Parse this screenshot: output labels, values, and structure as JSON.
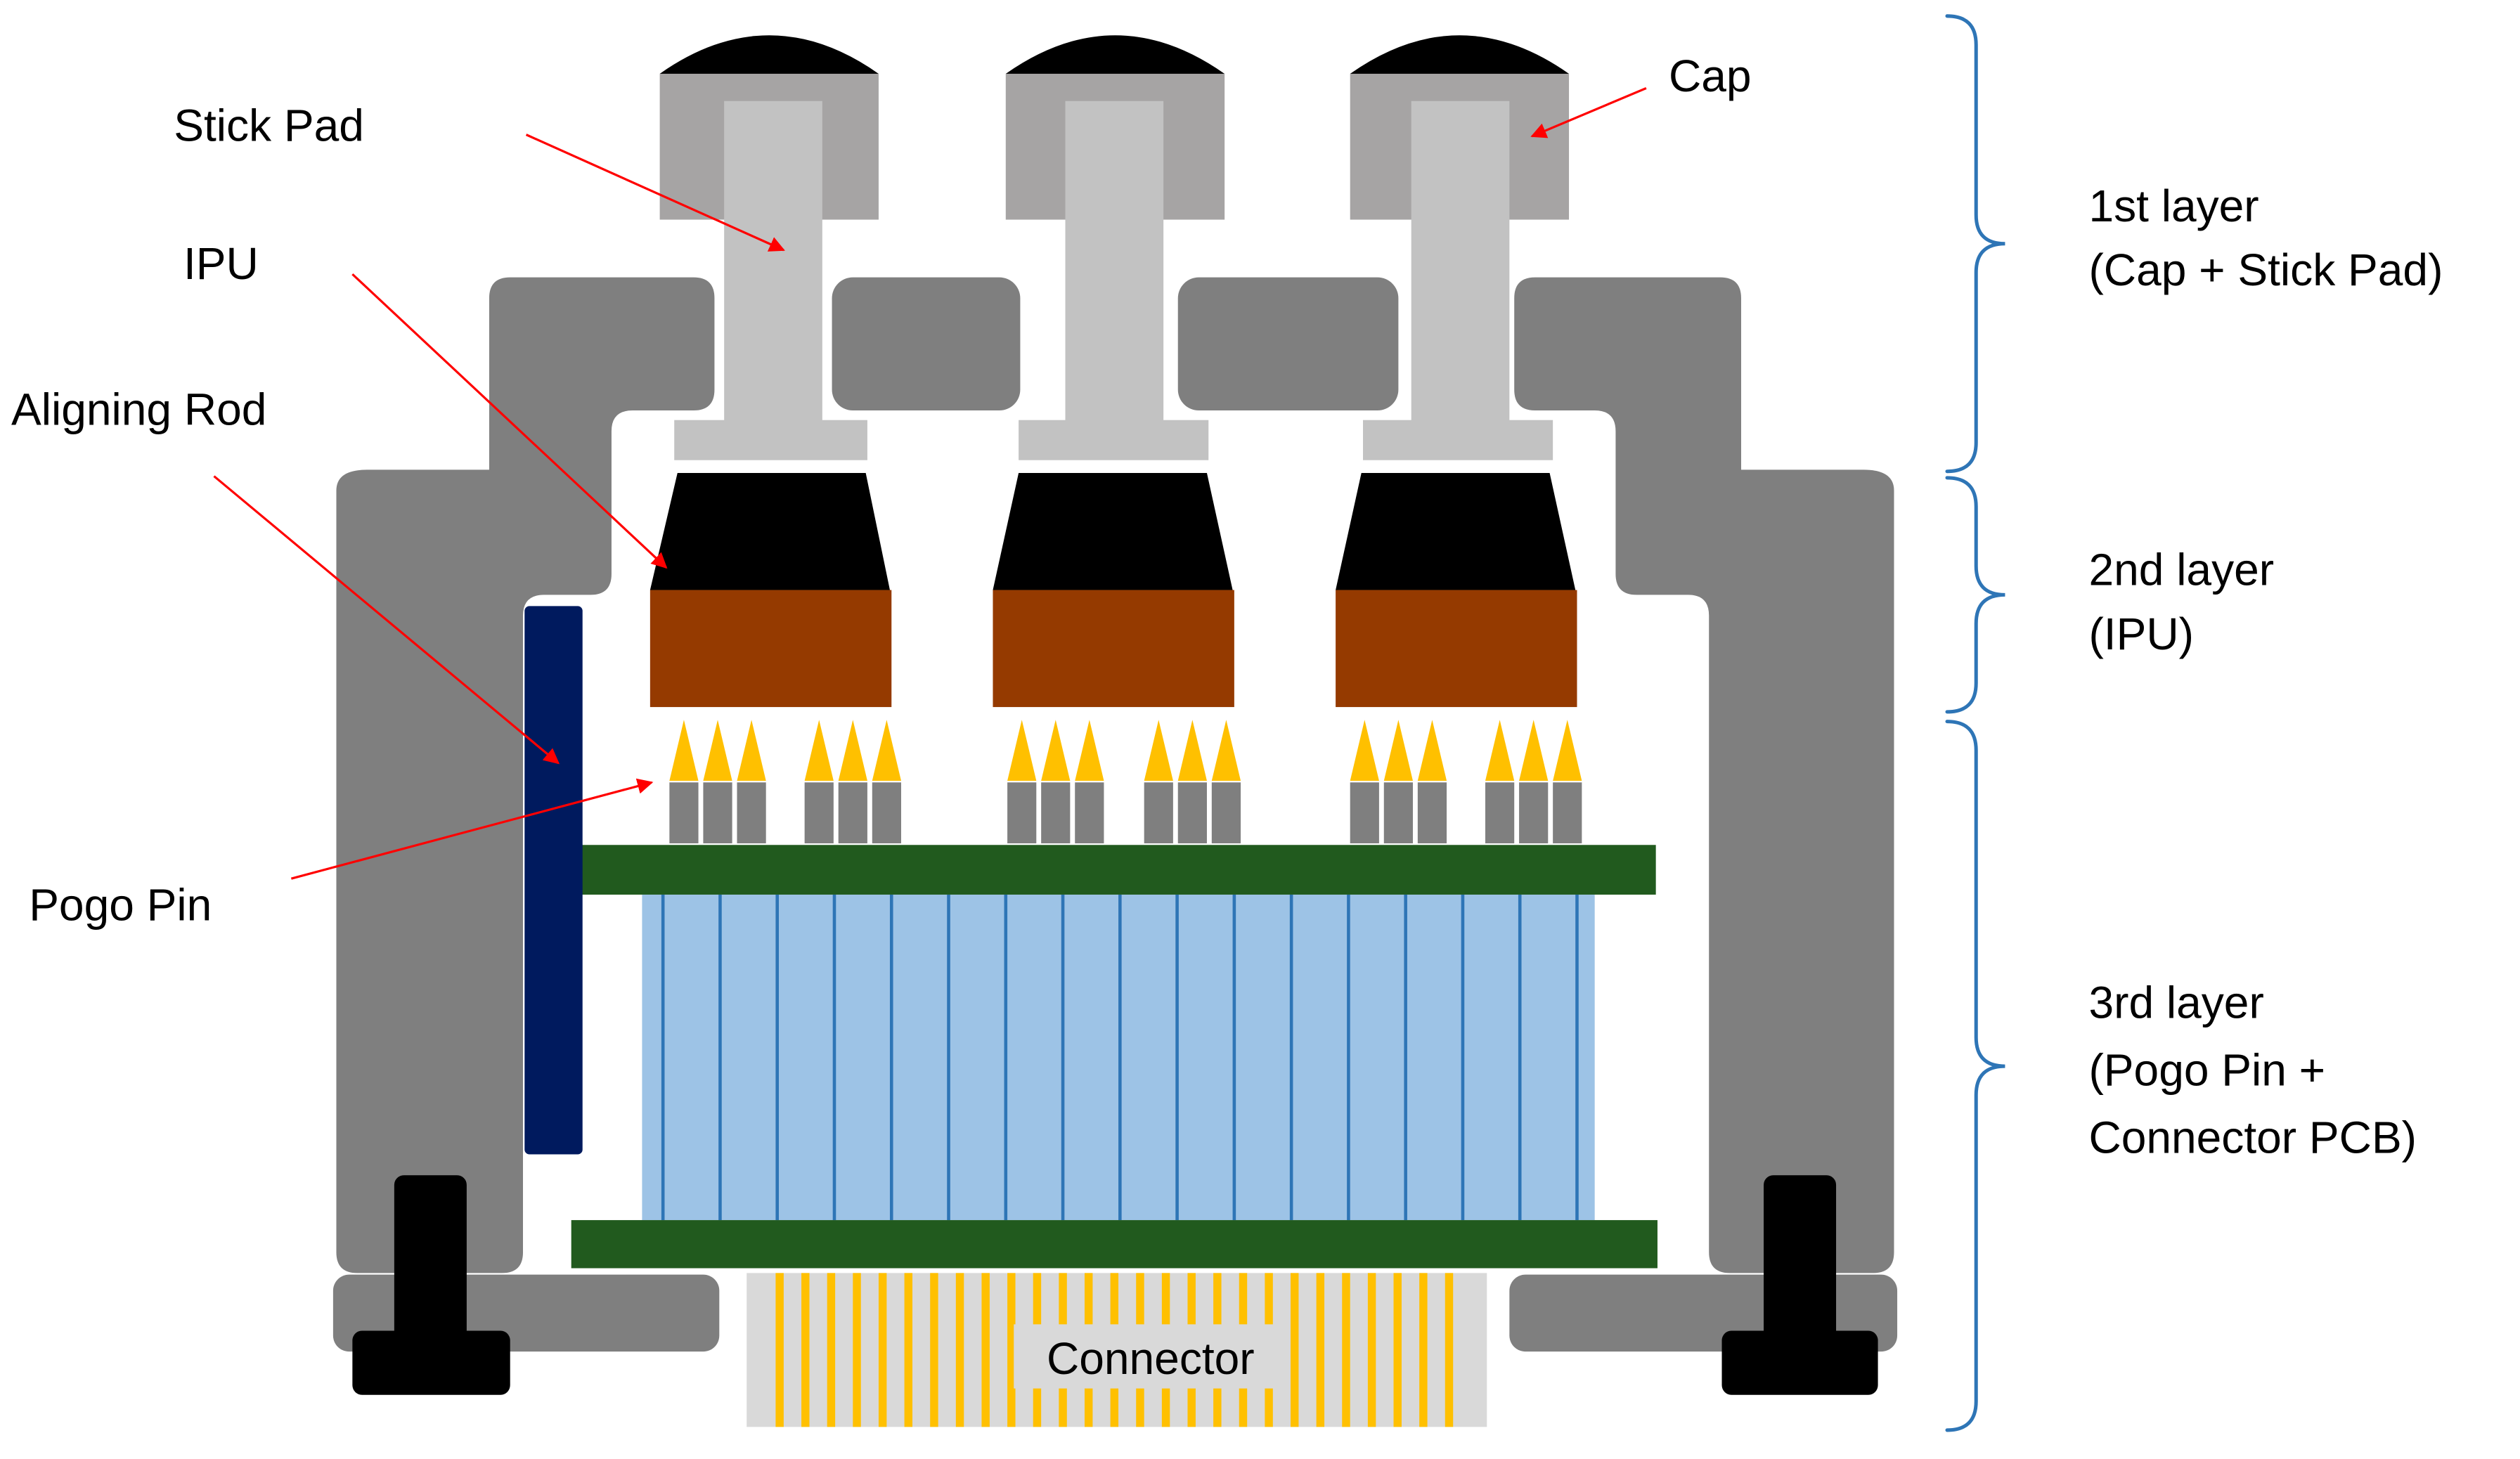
{
  "colors": {
    "housing": "#7f7f7f",
    "cap": "#a6a4a4",
    "cap_top": "#000000",
    "stick_pad": "#c2c2c2",
    "ipu_top": "#000000",
    "ipu_base": "#953a00",
    "pin_tip": "#ffc000",
    "pin_body": "#7f7f7f",
    "pcb": "#215a1e",
    "stack_fill": "#9dc3e6",
    "stack_line": "#2e75b6",
    "aligning_rod": "#001a5e",
    "connector": "#d9d9d9",
    "connector_line": "#ffc000",
    "brace": "#2e75b6",
    "leader": "#ff0000"
  },
  "labels": {
    "stick_pad": "Stick Pad",
    "cap": "Cap",
    "ipu": "IPU",
    "aligning_rod": "Aligning Rod",
    "pogo_pin": "Pogo Pin",
    "connector": "Connector"
  },
  "layers": [
    {
      "lines": [
        "1st layer",
        "(Cap + Stick Pad)"
      ]
    },
    {
      "lines": [
        "2nd layer",
        "(IPU)"
      ]
    },
    {
      "lines": [
        "3rd layer",
        "(Pogo Pin +",
        "Connector PCB)"
      ]
    }
  ]
}
